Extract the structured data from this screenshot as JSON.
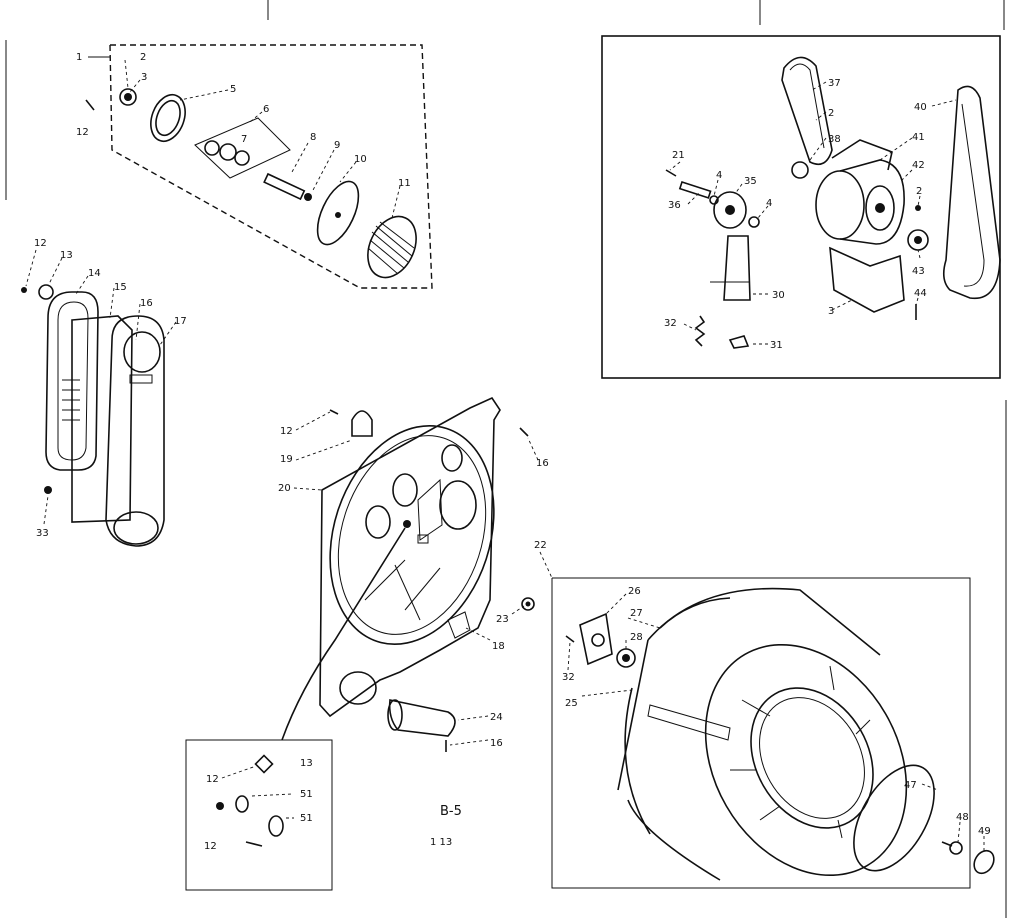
{
  "diagram": {
    "page_code": "B-5",
    "sub_code": "1 13",
    "part_labels": {
      "p1": "1",
      "p2": "2",
      "p3": "3",
      "p5": "5",
      "p6": "6",
      "p7": "7",
      "p8": "8",
      "p9": "9",
      "p10": "10",
      "p11": "11",
      "p12a": "12",
      "p12b": "12",
      "p13a": "13",
      "p14": "14",
      "p15": "15",
      "p16a": "16",
      "p17": "17",
      "p33": "33",
      "p12c": "12",
      "p19": "19",
      "p20": "20",
      "p16b": "16",
      "p23": "23",
      "p18": "18",
      "p24": "24",
      "p16c": "16",
      "p12d": "12",
      "p13b": "13",
      "p51a": "51",
      "p51b": "51",
      "p12e": "12",
      "p37": "37",
      "p2b": "2",
      "p38": "38",
      "p41": "41",
      "p40": "40",
      "p21": "21",
      "p4a": "4",
      "p35": "35",
      "p36": "36",
      "p4b": "4",
      "p42": "42",
      "p2c": "2",
      "p43": "43",
      "p44": "44",
      "p30": "30",
      "p3b": "3",
      "p32": "32",
      "p31": "31",
      "p22": "22",
      "p26": "26",
      "p27": "27",
      "p28": "28",
      "p32b": "32",
      "p25": "25",
      "p47": "47",
      "p48": "48",
      "p49": "49"
    }
  }
}
